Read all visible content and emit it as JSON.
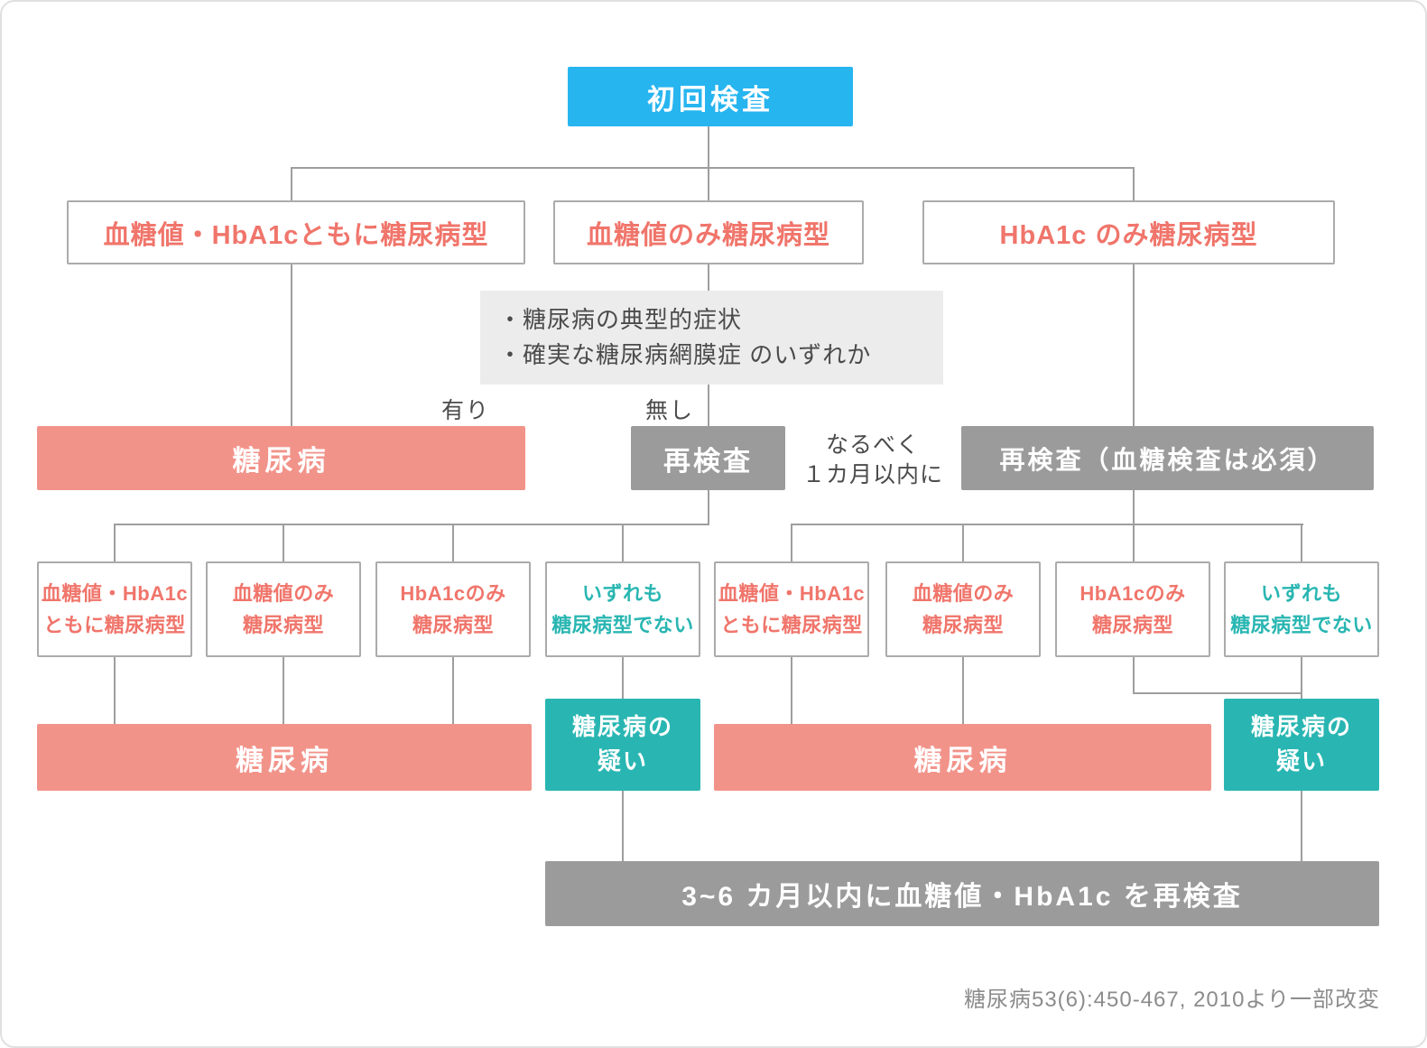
{
  "colors": {
    "blue": "#27b5f0",
    "salmon": "#f2938a",
    "teal": "#29b6b2",
    "gray_box": "#9b9b9b",
    "note_bg": "#ececec",
    "salmon_text": "#f0756b",
    "line": "#9e9e9e",
    "text": "#4b4b4b"
  },
  "root": {
    "label": "初回検査"
  },
  "level1": {
    "both": "血糖値・HbA1cともに糖尿病型",
    "glucose_only": "血糖値のみ糖尿病型",
    "hba1c_only": "HbA1c のみ糖尿病型"
  },
  "condition": {
    "line1": "・糖尿病の典型的症状",
    "line2": "・確実な糖尿病網膜症 のいずれか",
    "yes": "有り",
    "no": "無し"
  },
  "outcome1": {
    "diabetes": "糖尿病",
    "reexam": "再検査",
    "reexam_note_line1": "なるべく",
    "reexam_note_line2": "１カ月以内に",
    "reexam_required": "再検査（血糖検査は必須）"
  },
  "level2_left": [
    {
      "line1": "血糖値・HbA1c",
      "line2": "ともに糖尿病型"
    },
    {
      "line1": "血糖値のみ",
      "line2": "糖尿病型"
    },
    {
      "line1": "HbA1cのみ",
      "line2": "糖尿病型"
    },
    {
      "line1": "いずれも",
      "line2": "糖尿病型でない"
    }
  ],
  "level2_right": [
    {
      "line1": "血糖値・HbA1c",
      "line2": "ともに糖尿病型"
    },
    {
      "line1": "血糖値のみ",
      "line2": "糖尿病型"
    },
    {
      "line1": "HbA1cのみ",
      "line2": "糖尿病型"
    },
    {
      "line1": "いずれも",
      "line2": "糖尿病型でない"
    }
  ],
  "outcome2": {
    "diabetes_left": "糖尿病",
    "suspect_left_line1": "糖尿病の",
    "suspect_left_line2": "疑い",
    "diabetes_right": "糖尿病",
    "suspect_right_line1": "糖尿病の",
    "suspect_right_line2": "疑い"
  },
  "followup": {
    "label": "3~6 カ月以内に血糖値・HbA1c を再検査"
  },
  "citation": "糖尿病53(6):450-467, 2010より一部改変"
}
